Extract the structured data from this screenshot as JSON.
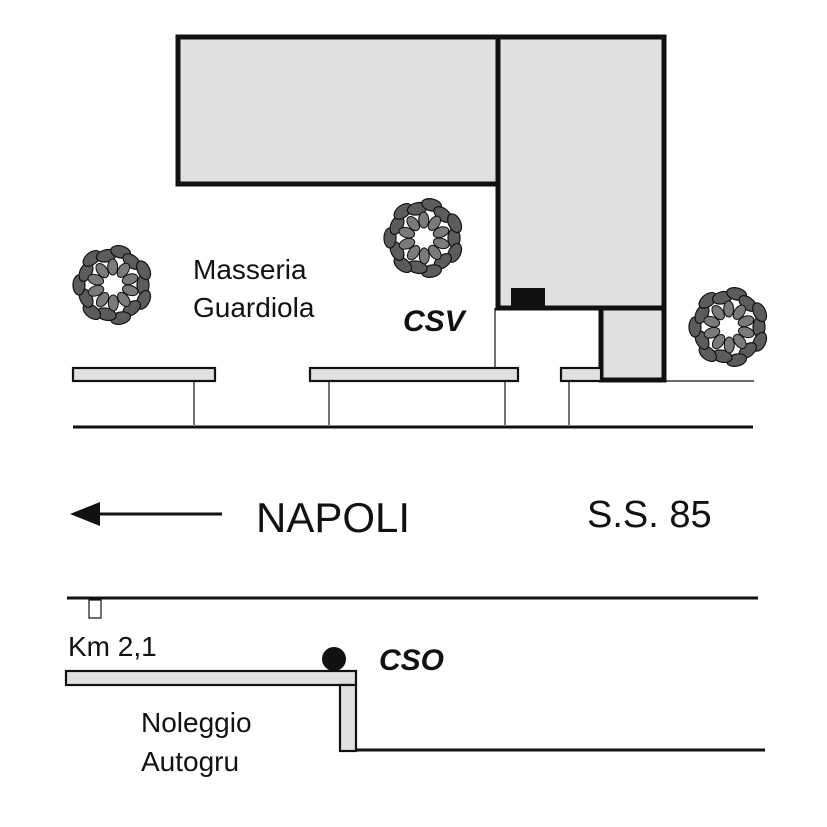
{
  "map": {
    "colors": {
      "ink": "#111111",
      "building_fill": "#e0e0e0",
      "tree_fill": "#5c5c5c",
      "background": "#ffffff"
    },
    "road": {
      "name": "S.S. 85",
      "direction_label": "NAPOLI",
      "direction_icon": "arrow-left-icon"
    },
    "places": {
      "masseria_line1": "Masseria",
      "masseria_line2": "Guardiola",
      "noleggio_line1": "Noleggio",
      "noleggio_line2": "Autogru"
    },
    "markers": {
      "csv_label": "CSV",
      "cso_label": "CSO",
      "km_label": "Km 2,1"
    }
  }
}
